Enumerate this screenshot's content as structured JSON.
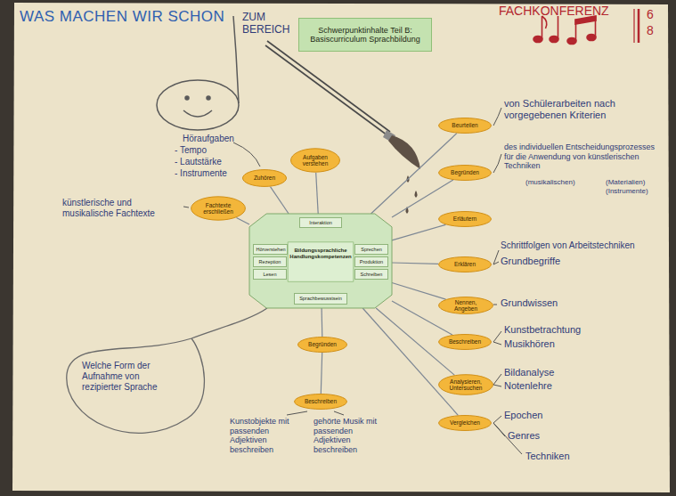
{
  "diagram": {
    "title": "WAS MACHEN WIR SCHON",
    "nodes": [
      {
        "text": [
          "Schwerpunktinhalte Teil B: Basiscurriculum Sprachbildung"
        ]
      },
      {
        "text": [
          "Bildungssprachliche Handlungskompetenzen"
        ]
      },
      {
        "text": [
          "Interaktion"
        ],
        "in": 1
      },
      {
        "text": [
          "Hörverstehen"
        ],
        "in": 1
      },
      {
        "text": [
          "Rezeption"
        ],
        "in": 1
      },
      {
        "text": [
          "Lesen"
        ],
        "in": 1
      },
      {
        "text": [
          "Sprechen"
        ],
        "in": 1
      },
      {
        "text": [
          "Produktion"
        ],
        "in": 1
      },
      {
        "text": [
          "Schreiben"
        ],
        "in": 1
      },
      {
        "text": [
          "Sprachbewusstsein"
        ],
        "in": 1
      },
      {
        "text": [
          "Fachtexte erschließen"
        ]
      },
      {
        "text": [
          "Zuhören"
        ]
      },
      {
        "text": [
          "Aufgaben verstehen"
        ]
      },
      {
        "text": [
          "Beurteilen"
        ]
      },
      {
        "text": [
          "Begründen"
        ]
      },
      {
        "text": [
          "Erläutern"
        ]
      },
      {
        "text": [
          "Erklären"
        ]
      },
      {
        "text": [
          "Nennen, Angeben"
        ]
      },
      {
        "text": [
          "Beschreiben"
        ]
      },
      {
        "text": [
          "Analysieren, Untersuchen"
        ]
      },
      {
        "text": [
          "Vergleichen"
        ]
      },
      {
        "text": [
          "Begründen"
        ]
      },
      {
        "text": [
          "Beschreiben"
        ]
      }
    ],
    "edges": [
      {
        "from": 1,
        "to": 10,
        "arrow": "none"
      },
      {
        "from": 1,
        "to": 11,
        "arrow": "none"
      },
      {
        "from": 1,
        "to": 12,
        "arrow": "none"
      },
      {
        "from": 1,
        "to": 13,
        "arrow": "none"
      },
      {
        "from": 1,
        "to": 14,
        "arrow": "none"
      },
      {
        "from": 1,
        "to": 15,
        "arrow": "none"
      },
      {
        "from": 1,
        "to": 16,
        "arrow": "none"
      },
      {
        "from": 1,
        "to": 17,
        "arrow": "none"
      },
      {
        "from": 1,
        "to": 18,
        "arrow": "none"
      },
      {
        "from": 1,
        "to": 19,
        "arrow": "none"
      },
      {
        "from": 1,
        "to": 20,
        "arrow": "none"
      },
      {
        "from": 1,
        "to": 21,
        "arrow": "none"
      },
      {
        "from": 21,
        "to": 22,
        "arrow": "none"
      }
    ],
    "labels": [
      "ZUM BEREICH",
      "FACHKONFERENZ",
      "6",
      "8",
      "Höraufgaben",
      "- Tempo",
      "- Lautstärke",
      "- Instrumente",
      "künstlerische und musikalische Fachtexte",
      "Welche Form der Aufnahme von rezipierter Sprache",
      "Kunstobjekte mit passenden Adjektiven beschreiben",
      "gehörte Musik mit passenden Adjektiven beschreiben",
      "von Schülerarbeiten nach vorgegebenen Kriterien",
      "des individuellen Entscheidungsprozesses für die Anwendung von künstlerischen Techniken",
      "(musikalischen)",
      "(Materialien)",
      "(Instrumente)",
      "Schrittfolgen von Arbeitstechniken",
      "Grundbegriffe",
      "Grundwissen",
      "Kunstbetrachtung",
      "Musikhören",
      "Bildanalyse",
      "Notenlehre",
      "Epochen",
      "Genres",
      "Techniken"
    ]
  }
}
